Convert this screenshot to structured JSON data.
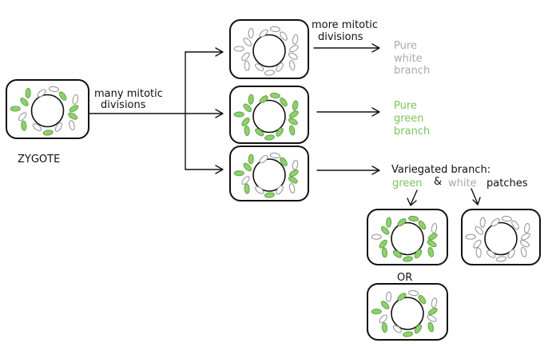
{
  "colors": {
    "green": "#8fd16b",
    "green_stroke": "#6aa84f",
    "white_stroke": "#9a9a9a",
    "text_green": "#7cc35a",
    "text_grey": "#aaaaaa"
  },
  "labels": {
    "zygote": "ZYGOTE",
    "many_mitotic_1": "many mitotic",
    "many_mitotic_2": "divisions",
    "more_mitotic_1": "more mitotic",
    "more_mitotic_2": "divisions",
    "pure_white": [
      "Pure",
      "white",
      "branch"
    ],
    "pure_green": [
      "Pure",
      "green",
      "branch"
    ],
    "variegated": "Variegated branch:",
    "green_word": "green",
    "amp": "&",
    "white_word": "white",
    "patches": "patches",
    "or": "OR"
  },
  "cells": [
    {
      "id": "zygote",
      "plastids": "gwwgwgwgggwwgwg"
    },
    {
      "id": "white-cell",
      "plastids": "wwwwwwwwwwwwwww"
    },
    {
      "id": "green-cell",
      "plastids": "ggggggggggggggg"
    },
    {
      "id": "variegated-cell",
      "plastids": "gwwgwgwgggwwgwg"
    },
    {
      "id": "mostly-green-cell",
      "plastids": "gggggggwgggggwg"
    },
    {
      "id": "mostly-white-cell",
      "plastids": "wwwwwwwwwwwwwww"
    },
    {
      "id": "mixed-cell",
      "plastids": "wgggwgwggwgwgwg"
    }
  ]
}
